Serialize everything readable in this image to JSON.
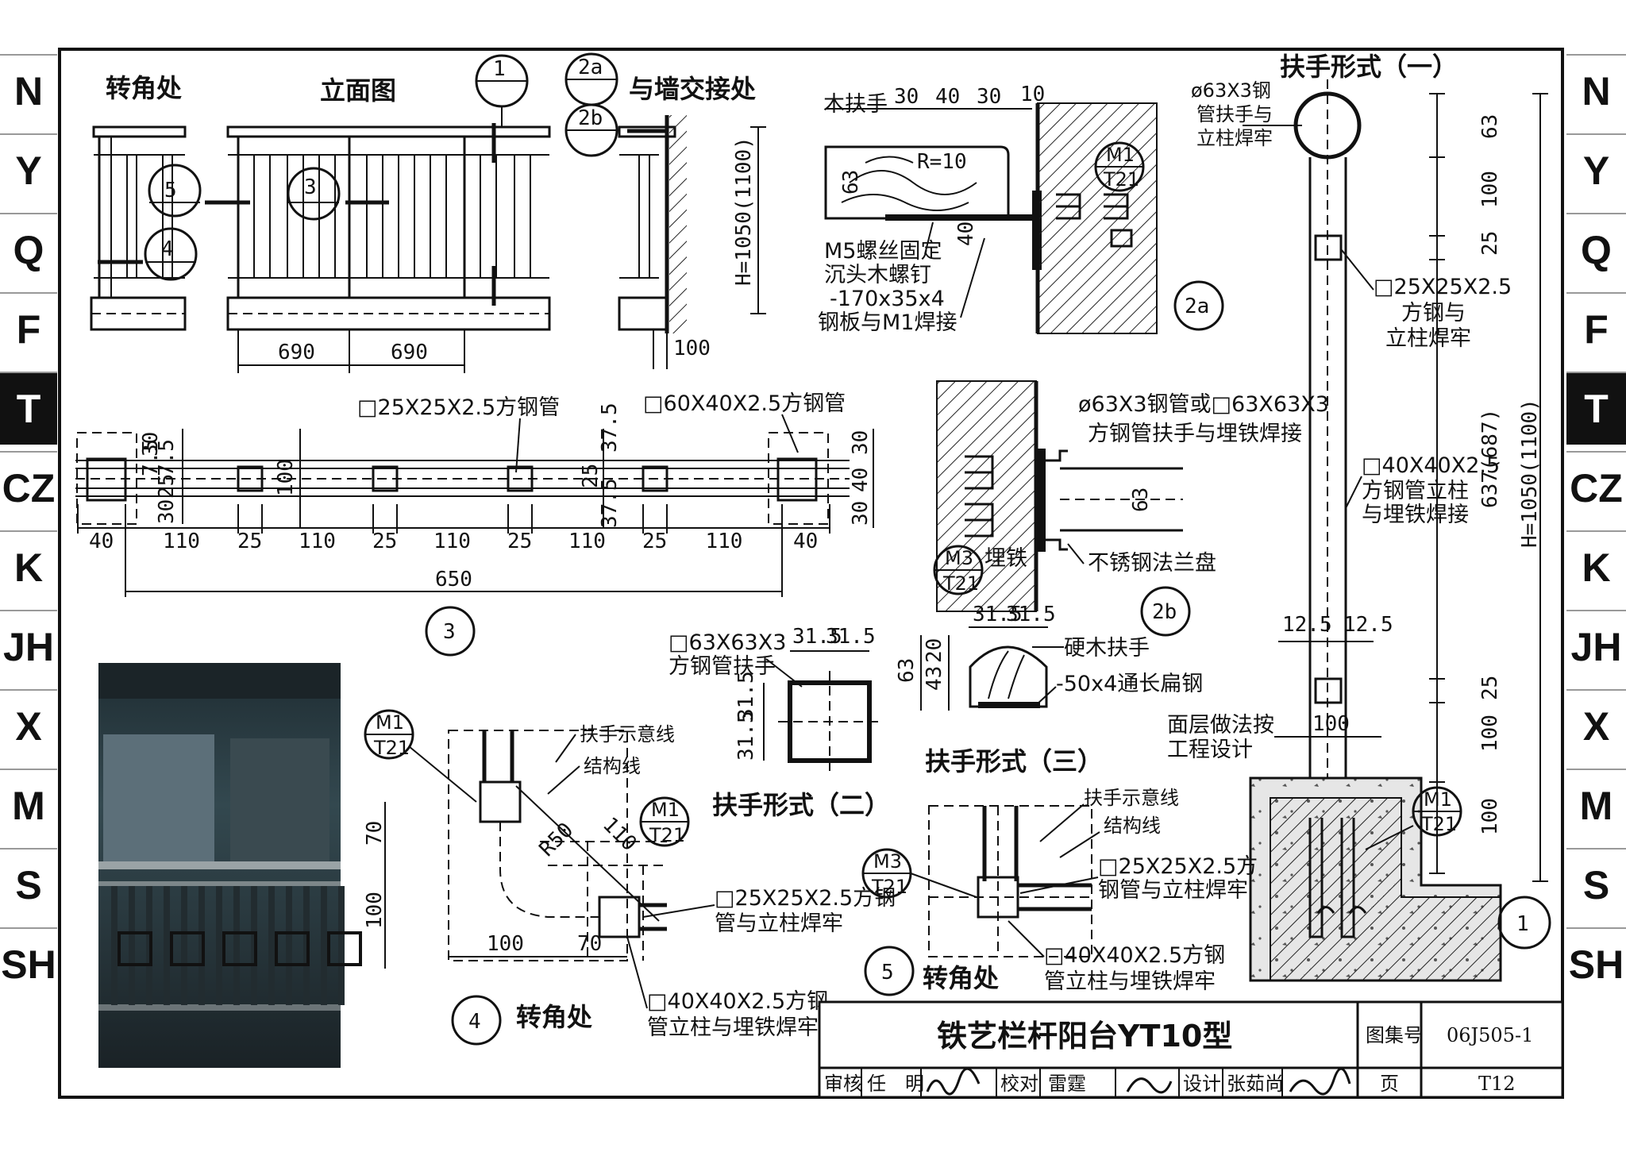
{
  "side_tabs": [
    "N",
    "Y",
    "Q",
    "F",
    "T",
    "CZ",
    "K",
    "JH",
    "X",
    "M",
    "S",
    "SH"
  ],
  "active_tab": "T",
  "elevation": {
    "corner_label": "转角处",
    "elevation_label": "立面图",
    "wall_joint_label": "与墙交接处",
    "callouts": [
      "1",
      "2a",
      "2b",
      "5",
      "4",
      "3"
    ],
    "dims": [
      "690",
      "690",
      "100"
    ],
    "height_dim": "H=1050(1100)"
  },
  "handrail_2a": {
    "wood_rail": "木扶手",
    "dims_top": [
      "30",
      "40",
      "30",
      "10"
    ],
    "radius": "R=10",
    "dim_63": "63",
    "dim_40": "40",
    "notes": [
      "M5螺丝固定",
      "沉头木螺钉",
      "-170x35x4",
      "钢板与M1焊接"
    ],
    "tag_m1": "M1",
    "tag_t21": "T21",
    "callout": "2a"
  },
  "plan_3": {
    "label_small_tube": "□25X25X2.5方钢管",
    "label_big_tube": "□60X40X2.5方钢管",
    "dims_bottom": [
      "40",
      "110",
      "25",
      "110",
      "25",
      "110",
      "25",
      "110",
      "25",
      "110",
      "40"
    ],
    "total": "650",
    "dims_left": [
      "30",
      "7.5",
      "7.5",
      "25",
      "30"
    ],
    "dim_100": "100",
    "dims_mid": [
      "37.5",
      "25",
      "37.5"
    ],
    "dims_right": [
      "30",
      "40",
      "30"
    ],
    "callout": "3"
  },
  "detail_2b": {
    "note_pipe": "ø63X3钢管或□63X63X3",
    "note_pipe2": "方钢管扶手与埋铁焊接",
    "dim_63": "63",
    "embedded": "埋铁",
    "flange": "不锈钢法兰盘",
    "tag_m3": "M3",
    "tag_t21": "T21",
    "callout": "2b"
  },
  "form_1": {
    "title": "扶手形式（一）",
    "note_pipe": [
      "ø63X3钢",
      "管扶手与",
      "立柱焊牢"
    ],
    "note_sq": [
      "□25X25X2.5",
      "方钢与",
      "立柱焊牢"
    ],
    "note_post": [
      "□40X40X2.5",
      "方钢管立柱",
      "与埋铁焊接"
    ],
    "note_floor": [
      "面层做法按",
      "工程设计"
    ],
    "dims_right": [
      "63",
      "100",
      "25",
      "25",
      "100",
      "100"
    ],
    "dim_637": "637(687)",
    "height": "H=1050(1100)",
    "dims_12": [
      "12.5",
      "12.5"
    ],
    "dim_100": "100",
    "tag_m1": "M1",
    "tag_t21": "T21",
    "callout": "1"
  },
  "form_2": {
    "title": "扶手形式（二）",
    "note": [
      "□63X63X3",
      "方钢管扶手"
    ],
    "dims": [
      "31.5",
      "31.5",
      "31.5",
      "31.5"
    ]
  },
  "form_3": {
    "title": "扶手形式（三）",
    "dims": [
      "31.5",
      "31.5",
      "63",
      "43",
      "20"
    ],
    "note_wood": "硬木扶手",
    "note_flat": "-50x4通长扁钢"
  },
  "detail_4": {
    "tag_m1a": "M1",
    "tag_t21a": "T21",
    "tag_m1b": "M1",
    "tag_t21b": "T21",
    "note_axis": "扶手示意线",
    "note_struct": "结构线",
    "radius": "R50",
    "dim_110": "110",
    "dims": [
      "70",
      "100",
      "100",
      "70"
    ],
    "note_a": [
      "□25X25X2.5方钢",
      "管与立柱焊牢"
    ],
    "note_b": [
      "□40X40X2.5方钢",
      "管立柱与埋铁焊牢"
    ],
    "callout": "4",
    "label": "转角处"
  },
  "detail_5": {
    "tag_m3": "M3",
    "tag_t21": "T21",
    "note_axis": "扶手示意线",
    "note_struct": "结构线",
    "note_a": [
      "□25X25X2.5方",
      "钢管与立柱焊牢"
    ],
    "note_b": [
      "□40X40X2.5方钢",
      "管立柱与埋铁焊牢"
    ],
    "callout": "5",
    "label": "转角处"
  },
  "title_block": {
    "title": "铁艺栏杆阳台YT10型",
    "atlas_label": "图集号",
    "atlas_no": "06J505-1",
    "page_label": "页",
    "page_no": "T12",
    "review": "审核",
    "reviewer": "任　明",
    "check": "校对",
    "checker": "雷霆",
    "design": "设计",
    "designer": "张茹尚"
  }
}
